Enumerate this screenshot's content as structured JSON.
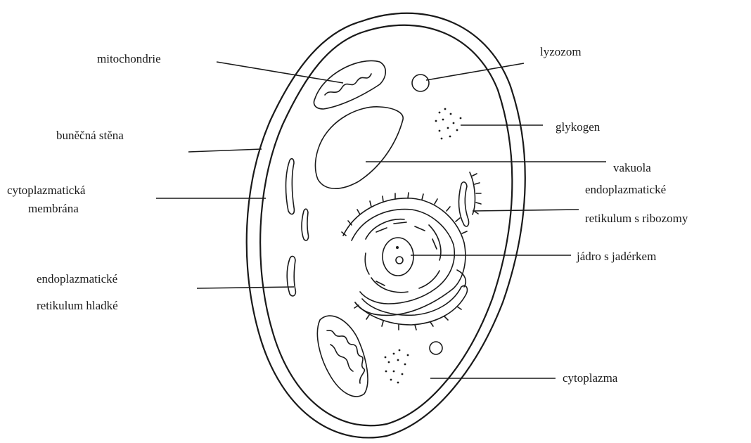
{
  "labels": {
    "mitochondrie": "mitochondrie",
    "lyzozom": "lyzozom",
    "bunecna_stena": "buněčná stěna",
    "glykogen": "glykogen",
    "vakuola": "vakuola",
    "cytoplazmaticka_line1": "cytoplazmatická",
    "cytoplazmaticka_line2": "membrána",
    "er_ribozomy_line1": "endoplazmatické",
    "er_ribozomy_line2": "retikulum s ribozomy",
    "jadro": "jádro s jadérkem",
    "er_hladke_line1": "endoplazmatické",
    "er_hladke_line2": "retikulum hladké",
    "cytoplazma": "cytoplazma"
  }
}
